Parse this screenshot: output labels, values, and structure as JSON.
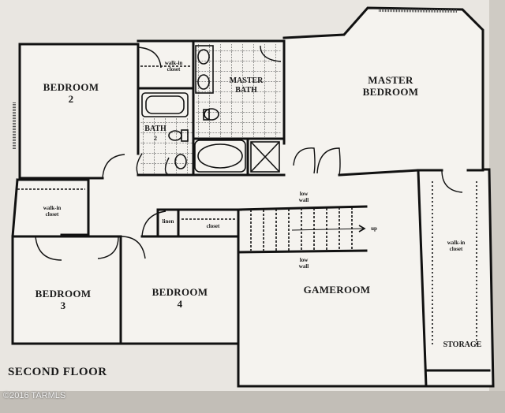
{
  "rooms": {
    "bedroom2": {
      "name": "BEDROOM",
      "num": "2"
    },
    "bath": {
      "name": "BATH",
      "num": "2"
    },
    "master_bath": {
      "line1": "MASTER",
      "line2": "BATH"
    },
    "master_bedroom": {
      "line1": "MASTER",
      "line2": "BEDROOM"
    },
    "bedroom3": {
      "name": "BEDROOM",
      "num": "3"
    },
    "bedroom4": {
      "name": "BEDROOM",
      "num": "4"
    },
    "gameroom": "GAMEROOM",
    "storage": "STORAGE"
  },
  "closets": {
    "bath_walkin": {
      "line1": "walk-in",
      "line2": "closet"
    },
    "bedroom3_walkin": {
      "line1": "walk-in",
      "line2": "closet"
    },
    "master_walkin": {
      "line1": "walk-in",
      "line2": "closet"
    },
    "linen": "linen",
    "hall": "closet"
  },
  "annotations": {
    "low_wall_top": {
      "line1": "low",
      "line2": "wall"
    },
    "low_wall_bottom": {
      "line1": "low",
      "line2": "wall"
    },
    "stairs": "up"
  },
  "floor_label": "SECOND FLOOR",
  "copyright": "©2016 TARMLS"
}
